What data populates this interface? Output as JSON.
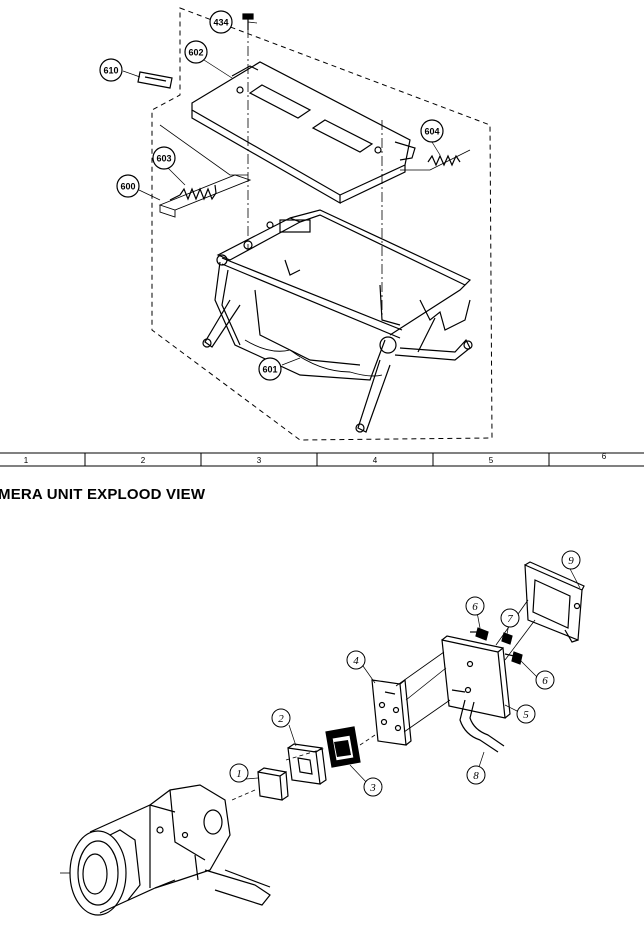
{
  "upper_diagram": {
    "callouts": [
      "434",
      "602",
      "610",
      "603",
      "600",
      "604",
      "601"
    ]
  },
  "grid_ruler": {
    "columns": [
      "1",
      "2",
      "3",
      "4",
      "5",
      "6"
    ]
  },
  "section_title": "MERA UNIT EXPLOOD VIEW",
  "lower_diagram": {
    "callouts": [
      "1",
      "2",
      "3",
      "4",
      "5",
      "6",
      "6",
      "7",
      "8",
      "9"
    ]
  }
}
